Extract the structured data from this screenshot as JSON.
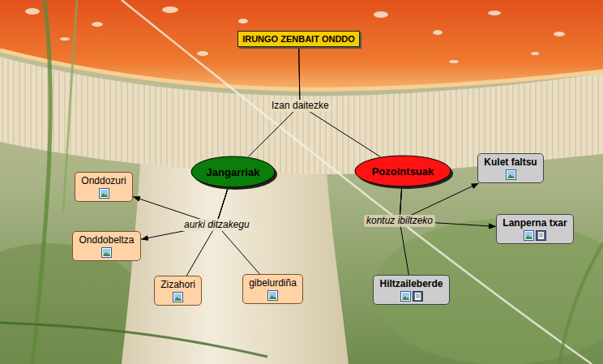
{
  "diagram": {
    "nodes": [
      {
        "text": [
          "IRUNGO ZENBAIT ONDDO"
        ]
      },
      {
        "text": [
          "Jangarriak"
        ]
      },
      {
        "text": [
          "Pozointsuak"
        ]
      },
      {
        "text": [
          "Onddozuri"
        ]
      },
      {
        "text": [
          "Kulet faltsu"
        ]
      },
      {
        "text": [
          "Onddobeltza"
        ]
      },
      {
        "text": [
          "Lanperna txar"
        ]
      },
      {
        "text": [
          "Zizahori"
        ]
      },
      {
        "text": [
          "gibelurdiña"
        ]
      },
      {
        "text": [
          "Hiltzaileberde"
        ]
      }
    ],
    "edges": [
      {
        "from": 0,
        "to": 1,
        "label": "Izan daitezke",
        "arrow": "none"
      },
      {
        "from": 0,
        "to": 2,
        "arrow": "none"
      },
      {
        "from": 1,
        "to": 3,
        "label": "aurki ditzakegu",
        "arrow": "to"
      },
      {
        "from": 1,
        "to": 5,
        "arrow": "to"
      },
      {
        "from": 1,
        "to": 7,
        "arrow": "none"
      },
      {
        "from": 1,
        "to": 8,
        "arrow": "none"
      },
      {
        "from": 2,
        "to": 4,
        "label": "kontuz ibiltzeko",
        "arrow": "to"
      },
      {
        "from": 2,
        "to": 6,
        "arrow": "to"
      },
      {
        "from": 2,
        "to": 9,
        "arrow": "none"
      }
    ]
  }
}
